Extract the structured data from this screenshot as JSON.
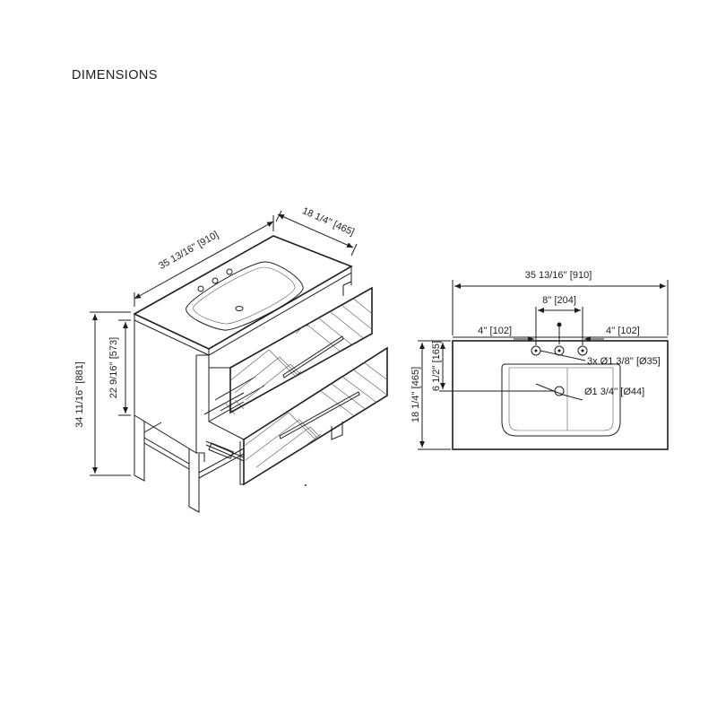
{
  "title": "DIMENSIONS",
  "iso_view": {
    "width": "35 13/16'' [910]",
    "depth": "18 1/4'' [465]",
    "total_height": "34 11/16'' [881]",
    "cabinet_height": "22 9/16'' [573]"
  },
  "top_view": {
    "width": "35 13/16'' [910]",
    "faucet_spread": "8'' [204]",
    "left_offset": "4'' [102]",
    "right_offset": "4'' [102]",
    "faucet_holes": "3x Ø1 3/8'' [Ø35]",
    "drain": "Ø1 3/4'' [Ø44]",
    "depth": "18 1/4'' [465]",
    "drain_offset": "6 1/2'' [165]"
  }
}
